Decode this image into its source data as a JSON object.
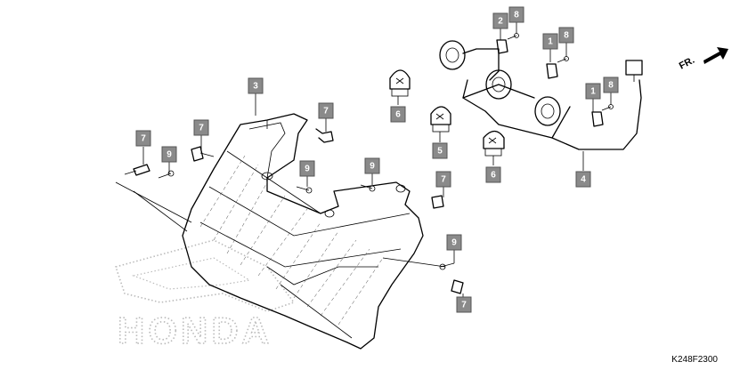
{
  "drawing_code": "K248F2300",
  "direction_label": "FR.",
  "brand_watermark": "HONDA",
  "callouts": [
    {
      "label": "3"
    },
    {
      "label": "7"
    },
    {
      "label": "7"
    },
    {
      "label": "9"
    },
    {
      "label": "7"
    },
    {
      "label": "9"
    },
    {
      "label": "9"
    },
    {
      "label": "7"
    },
    {
      "label": "9"
    },
    {
      "label": "7"
    },
    {
      "label": "6"
    },
    {
      "label": "5"
    },
    {
      "label": "6"
    },
    {
      "label": "2"
    },
    {
      "label": "8"
    },
    {
      "label": "1"
    },
    {
      "label": "8"
    },
    {
      "label": "1"
    },
    {
      "label": "8"
    },
    {
      "label": "4"
    }
  ]
}
